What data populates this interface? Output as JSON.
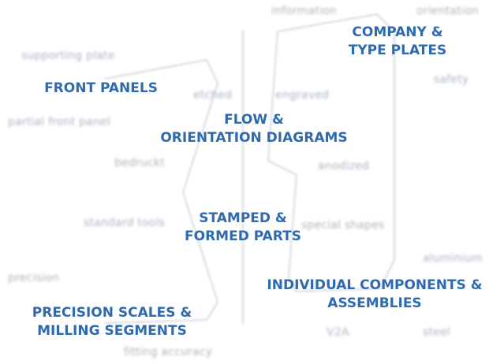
{
  "background_words": [
    "information",
    "orientation",
    "supporting plate",
    "safety",
    "etched",
    "engraved",
    "partial front panel",
    "bedruckt",
    "anodized",
    "standard tools",
    "special shapes",
    "aluminium",
    "precision",
    "V2A",
    "steel",
    "fitting accuracy"
  ],
  "categories": [
    {
      "id": "company-type-plates",
      "lines": [
        "COMPANY &",
        "TYPE PLATES"
      ]
    },
    {
      "id": "front-panels",
      "lines": [
        "FRONT PANELS"
      ]
    },
    {
      "id": "flow-orientation-diagrams",
      "lines": [
        "FLOW &",
        "ORIENTATION DIAGRAMS"
      ]
    },
    {
      "id": "stamped-formed-parts",
      "lines": [
        "STAMPED &",
        "FORMED PARTS"
      ]
    },
    {
      "id": "individual-components-assemblies",
      "lines": [
        "INDIVIDUAL COMPONENTS &",
        "ASSEMBLIES"
      ]
    },
    {
      "id": "precision-scales-milling-segments",
      "lines": [
        "PRECISION SCALES &",
        "MILLING SEGMENTS"
      ]
    }
  ],
  "colors": {
    "category_text": "#2f6aae",
    "background_text": "#a9b3bf",
    "outline": "#d3dae3"
  }
}
